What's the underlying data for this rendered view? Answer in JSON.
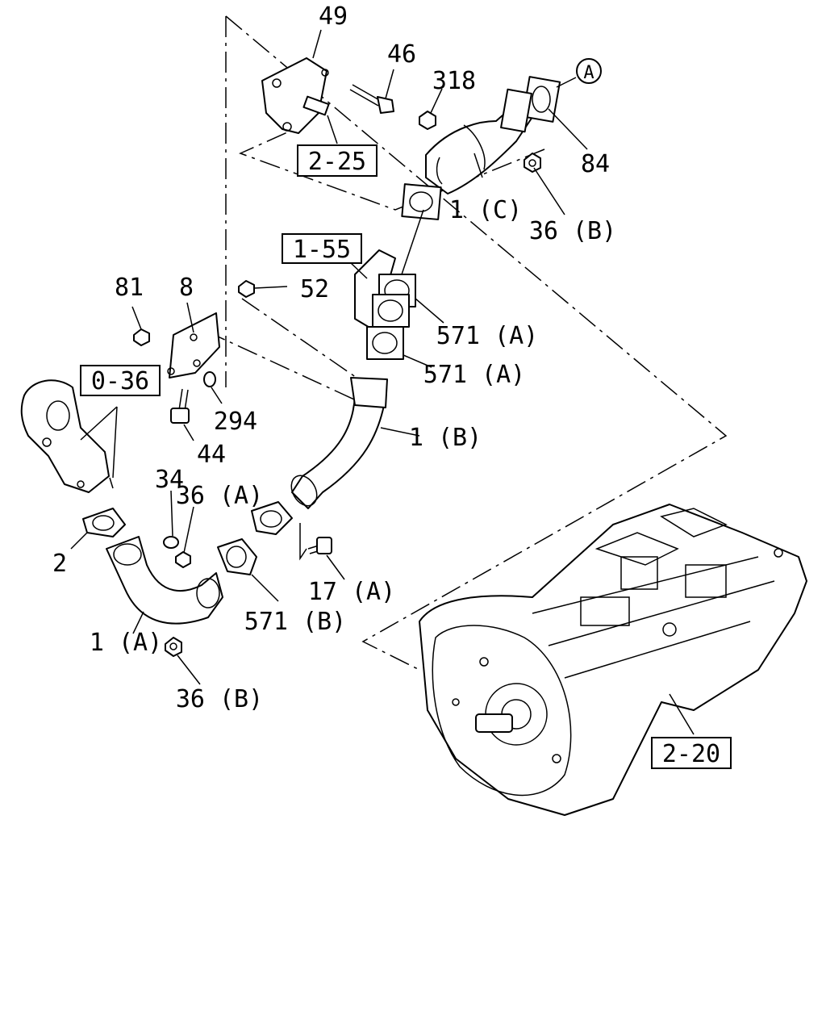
{
  "labels": {
    "l49": "49",
    "l46": "46",
    "l318": "318",
    "lA": "A",
    "l84": "84",
    "l1C": "1 (C)",
    "l36B_top": "36 (B)",
    "l52": "52",
    "l81": "81",
    "l8": "8",
    "l571A_1": "571 (A)",
    "l571A_2": "571 (A)",
    "l294": "294",
    "l1B": "1 (B)",
    "l44": "44",
    "l34": "34",
    "l36A": "36 (A)",
    "l2": "2",
    "l17A": "17 (A)",
    "l571B": "571 (B)",
    "l1A": "1 (A)",
    "l36B_bottom": "36 (B)"
  },
  "refs": {
    "r2_25": "2-25",
    "r1_55": "1-55",
    "r0_36": "0-36",
    "r2_20": "2-20"
  }
}
